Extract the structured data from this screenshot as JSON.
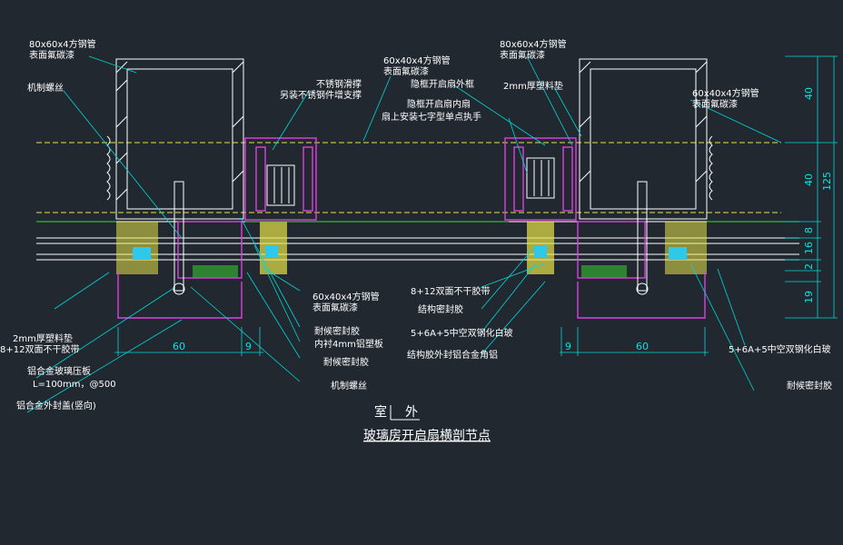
{
  "title": "玻璃房开启扇横剖节点",
  "side_labels": {
    "inside": "室",
    "outside": "外"
  },
  "colors": {
    "background": "#212830",
    "dimension": "#00e5e5",
    "leader": "#00d8d8",
    "steel": "#ffffff",
    "frame": "#e040e0",
    "sealant": "#e8e34a",
    "glass": "#33dd33"
  },
  "labels": {
    "left_tube_1": "80x60x4方钢管",
    "left_tube_2": "表面氟碳漆",
    "left_screw": "机制螺丝",
    "right_tube_1": "80x60x4方钢管",
    "right_tube_2": "表面氟碳漆",
    "center_tube_1": "60x40x4方钢管",
    "center_tube_2": "表面氟碳漆",
    "slide_support_1": "不锈钢滑撑",
    "slide_support_2": "另装不锈钢件增支撑",
    "hidden_frame": "隐框开启扇外框",
    "sash_note_1": "隐框开启扇内扇",
    "sash_note_2": "扇上安装七字型单点执手",
    "aluminum_pad": "2mm厚塑料垫",
    "right_small_tube_1": "60x40x4方钢管",
    "right_small_tube_2": "表面氟碳漆",
    "lower_tube_1": "60x40x4方钢管",
    "lower_tube_2": "表面氟碳漆",
    "foam_tape": "8+12双面不干胶带",
    "structural_sealant": "结构密封胶",
    "weather_sealant_1": "耐候密封胶",
    "liner": "内衬4mm铝塑板",
    "weather_sealant_2": "耐候密封胶",
    "machine_screw": "机制螺丝",
    "glass_center": "5+6A+5中空双钢化白玻",
    "aluminum_corner": "结构胶外封铝合金角铝",
    "plastic_pad_1": "2mm厚塑料垫",
    "plastic_pad_2": "8+12双面不干胶带",
    "pressure_plate_1": "铝合金玻璃压板",
    "pressure_plate_2": "L=100mm，@500",
    "cover_cap": "铝合金外封盖(竖向)",
    "glass_right": "5+6A+5中空双钢化白玻",
    "weather_sealant_right": "耐候密封胶"
  },
  "dimensions": {
    "bottom_left_60": "60",
    "bottom_left_9": "9",
    "bottom_right_9": "9",
    "bottom_right_60": "60",
    "right_40a": "40",
    "right_40b": "40",
    "right_8": "8",
    "right_16": "16",
    "right_2": "2",
    "right_19": "19",
    "right_125": "125"
  }
}
